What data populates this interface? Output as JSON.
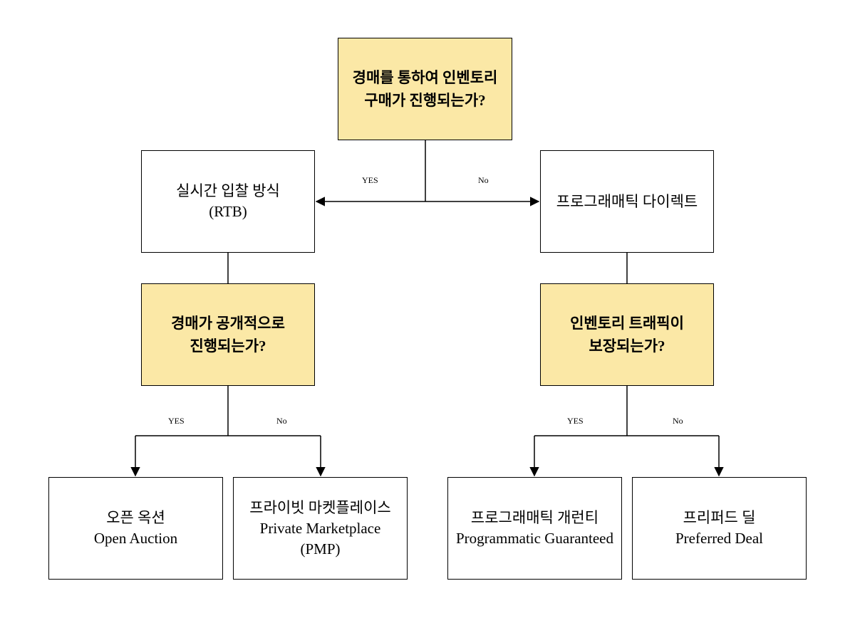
{
  "colors": {
    "decision_fill": "#fbe8a6",
    "outcome_fill": "#ffffff",
    "line": "#000000"
  },
  "nodes": {
    "root_question": {
      "line1": "경매를 통하여 인벤토리",
      "line2": "구매가 진행되는가?"
    },
    "rtb": {
      "line1": "실시간 입찰 방식",
      "line2": "(RTB)"
    },
    "programmatic_direct": {
      "line1": "프로그래매틱 다이렉트"
    },
    "open_auction_question": {
      "line1": "경매가 공개적으로",
      "line2": "진행되는가?"
    },
    "traffic_guaranteed_question": {
      "line1": "인벤토리 트래픽이",
      "line2": "보장되는가?"
    },
    "open_auction": {
      "line1": "오픈 옥션",
      "line2": "Open Auction"
    },
    "pmp": {
      "line1": "프라이빗 마켓플레이스",
      "line2": "Private Marketplace",
      "line3": "(PMP)"
    },
    "programmatic_guaranteed": {
      "line1": "프로그래매틱 개런티",
      "line2": "Programmatic Guaranteed"
    },
    "preferred_deal": {
      "line1": "프리퍼드 딜",
      "line2": "Preferred Deal"
    }
  },
  "edges": {
    "root_yes": "YES",
    "root_no": "No",
    "left_yes": "YES",
    "left_no": "No",
    "right_yes": "YES",
    "right_no": "No"
  }
}
